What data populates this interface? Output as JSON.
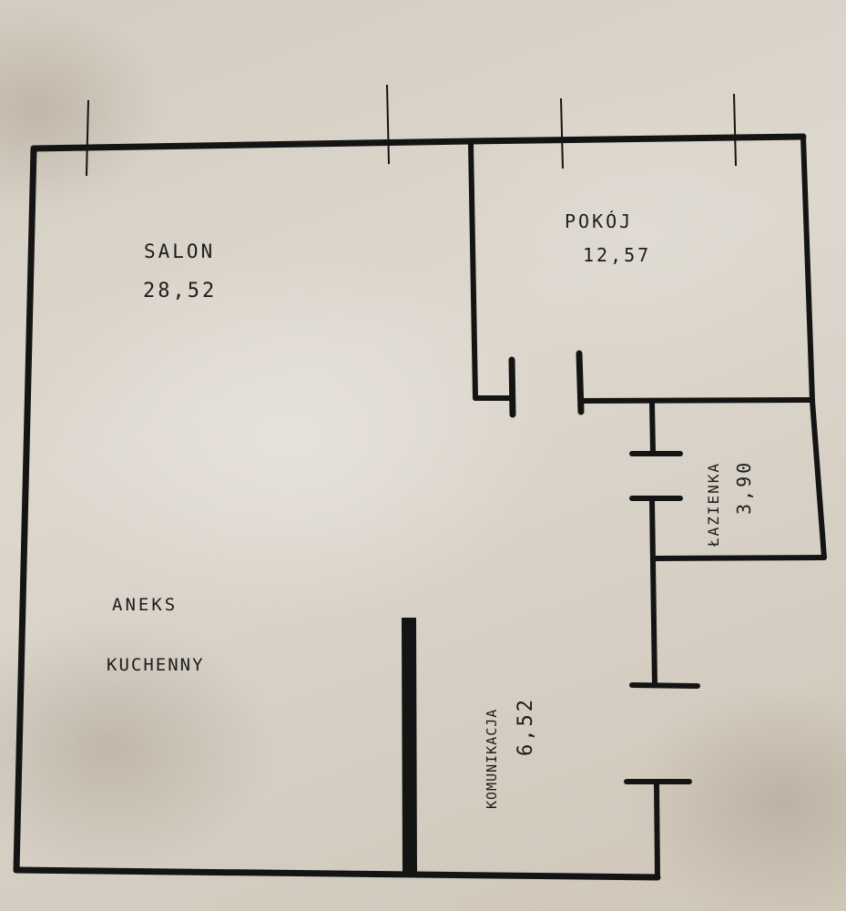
{
  "rooms": {
    "salon": {
      "name": "SALON",
      "area": "28,52"
    },
    "pokoj": {
      "name": "POKÓJ",
      "area": "12,57"
    },
    "lazienka": {
      "name": "ŁAZIENKA",
      "area": "3,90"
    },
    "aneks": {
      "line1": "ANEKS",
      "line2": "KUCHENNY"
    },
    "komunikacja": {
      "name": "KOMUNIKACJA",
      "area": "6,52"
    }
  },
  "colors": {
    "ink": "#141414",
    "paper": "#d8d1c6"
  }
}
